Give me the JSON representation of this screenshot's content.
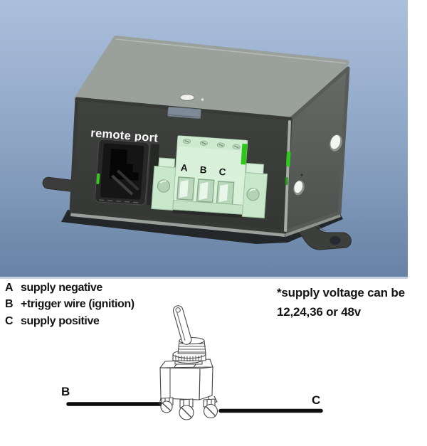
{
  "device": {
    "remote_port_label": "remote port",
    "terminals": {
      "a": "A",
      "b": "B",
      "c": "C"
    }
  },
  "legend": {
    "rows": [
      {
        "key": "A",
        "desc": "supply negative"
      },
      {
        "key": "B",
        "desc": "+trigger wire (ignition)"
      },
      {
        "key": "C",
        "desc": "supply positive"
      }
    ]
  },
  "note": {
    "line1": "*supply voltage can be",
    "line2": "12,24,36 or 48v"
  },
  "switch": {
    "left_label": "B",
    "right_label": "C"
  },
  "colors": {
    "background_top": "#a9bed9",
    "background_bottom": "#6782a5",
    "box_top": "#9aa09c",
    "box_front": "#3b3d3b",
    "box_side": "#595d59",
    "terminal_mint": "#d9f0da",
    "indicator_green": "#2cc617",
    "wire_black": "#0c0c0c",
    "text_black": "#141414",
    "remote_port_text": "#fdfdfd"
  }
}
